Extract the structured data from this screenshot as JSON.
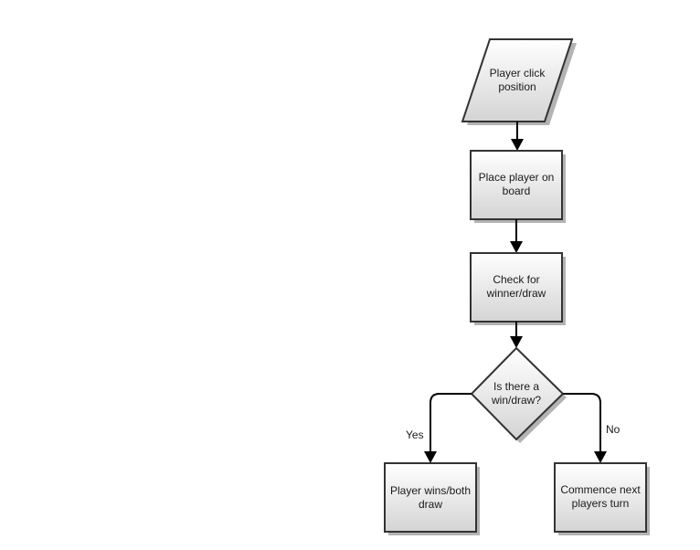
{
  "flowchart": {
    "nodes": {
      "start": {
        "line1": "Player click",
        "line2": "position"
      },
      "place": {
        "line1": "Place player on",
        "line2": "board"
      },
      "check": {
        "line1": "Check for",
        "line2": "winner/draw"
      },
      "decision": {
        "line1": "Is there a",
        "line2": "win/draw?"
      },
      "win": {
        "line1": "Player wins/both",
        "line2": "draw"
      },
      "next": {
        "line1": "Commence next",
        "line2": "players turn"
      }
    },
    "edges": {
      "yes_label": "Yes",
      "no_label": "No"
    },
    "colors": {
      "fill_top": "#ffffff",
      "fill_bottom": "#d4d4d4",
      "stroke": "#333333",
      "shadow": "#b3b3b3",
      "connector": "#000000"
    }
  }
}
